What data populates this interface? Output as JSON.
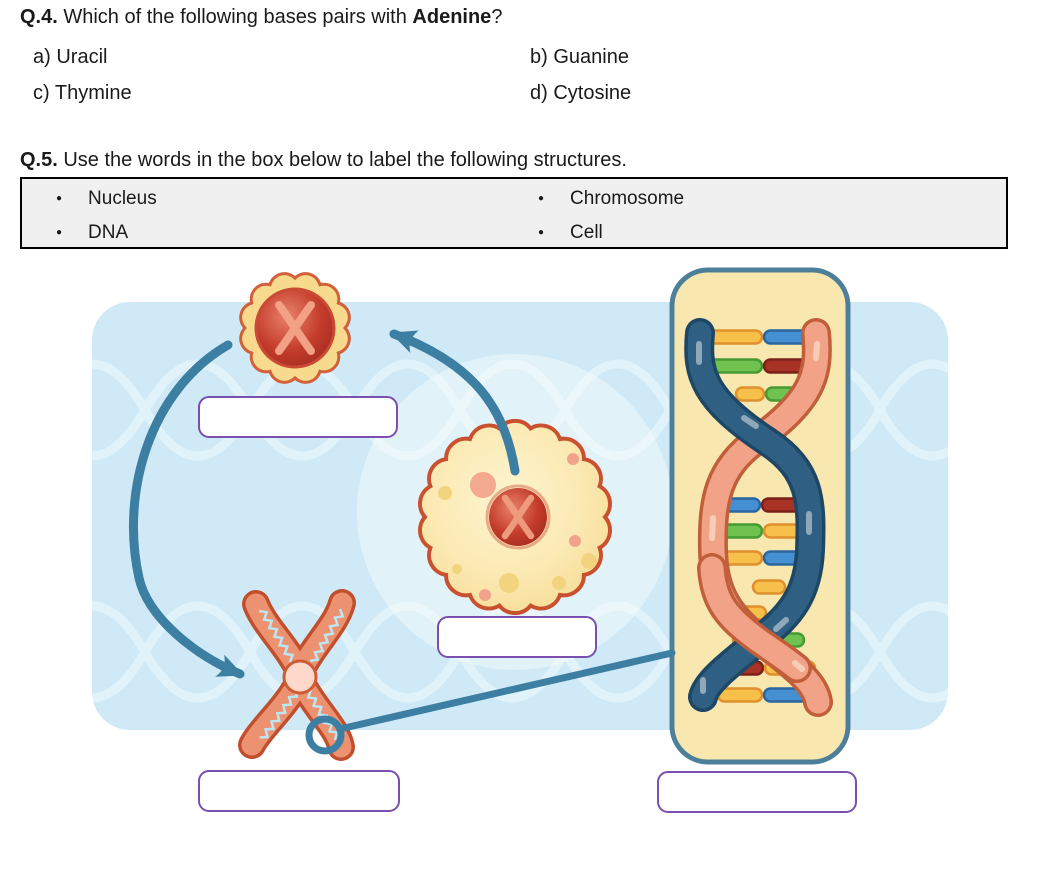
{
  "q4": {
    "number": "Q.4.",
    "prefix": " Which of the following bases pairs with ",
    "bold_term": "Adenine",
    "suffix": "?",
    "options": [
      {
        "key": "a)",
        "text": "Uracil"
      },
      {
        "key": "b)",
        "text": "Guanine"
      },
      {
        "key": "c)",
        "text": "Thymine"
      },
      {
        "key": "d)",
        "text": "Cytosine"
      }
    ]
  },
  "q5": {
    "number": "Q.5.",
    "text": " Use the words in the box below to label the following structures."
  },
  "word_bank": {
    "column1": [
      "Nucleus",
      "DNA"
    ],
    "column2": [
      "Chromosome",
      "Cell"
    ]
  },
  "diagram": {
    "answer_boxes": [
      {
        "id": "nucleus-answer",
        "value": ""
      },
      {
        "id": "cell-answer",
        "value": ""
      },
      {
        "id": "chromosome-answer",
        "value": ""
      },
      {
        "id": "dna-answer",
        "value": ""
      }
    ],
    "illustrations": [
      "nucleus",
      "cell",
      "chromosome",
      "dna-double-helix",
      "magnifier-circle",
      "cycle-arrows"
    ],
    "colors": {
      "panel_blue": "#cfeaf6",
      "wave_pattern": "#e1f3fa",
      "arrow_teal": "#3d7ea3",
      "answer_box_border": "#7a4fad",
      "dna_card_fill": "#f8e8b0",
      "dna_card_border": "#4e7f99",
      "strand_blue": "#2f5f83",
      "strand_salmon": "#f2a387",
      "base_yellow": "#f7c04a",
      "base_blue": "#4590d2",
      "base_green": "#6fc24f",
      "base_red": "#a93226",
      "cell_fill": "#fae8ae",
      "cell_border": "#c9512f",
      "nucleus_red": "#c43c2b",
      "gear_yellow": "#f8da8e",
      "chromosome_salmon": "#ec9271",
      "chromosome_outline": "#c14f2e"
    }
  }
}
